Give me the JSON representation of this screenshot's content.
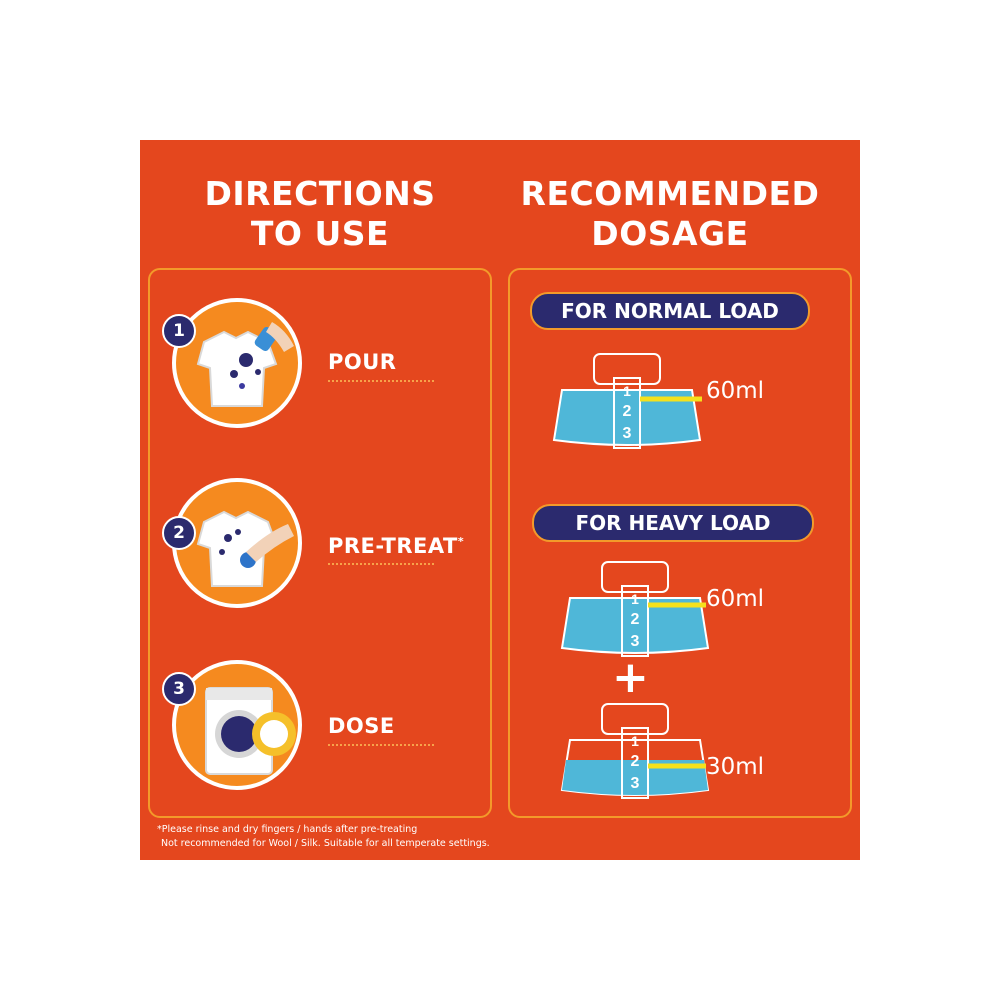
{
  "directions": {
    "title_line1": "DIRECTIONS",
    "title_line2": "TO USE",
    "steps": [
      {
        "number": "1",
        "label": "POUR",
        "icon": "tshirt-pour-icon"
      },
      {
        "number": "2",
        "label": "PRE-TREAT",
        "note_mark": "*",
        "icon": "tshirt-pretreat-icon"
      },
      {
        "number": "3",
        "label": "DOSE",
        "icon": "washing-machine-icon"
      }
    ]
  },
  "dosage": {
    "title_line1": "RECOMMENDED",
    "title_line2": "DOSAGE",
    "normal": {
      "label": "FOR NORMAL LOAD",
      "amount": "60ml"
    },
    "heavy": {
      "label": "FOR HEAVY LOAD",
      "amount1": "60ml",
      "plus": "+",
      "amount2": "30ml"
    },
    "cap_marks": [
      "1",
      "2",
      "3"
    ]
  },
  "footnote": {
    "line1": "*Please rinse and dry fingers / hands after pre-treating",
    "line2": "Not recommended for Wool / Silk. Suitable for all temperate settings."
  },
  "colors": {
    "panel": "#e4471e",
    "accent_orange": "#f58a1f",
    "navy": "#2b2a6e",
    "liquid": "#4fb7d8",
    "indicator": "#f5e11c"
  }
}
